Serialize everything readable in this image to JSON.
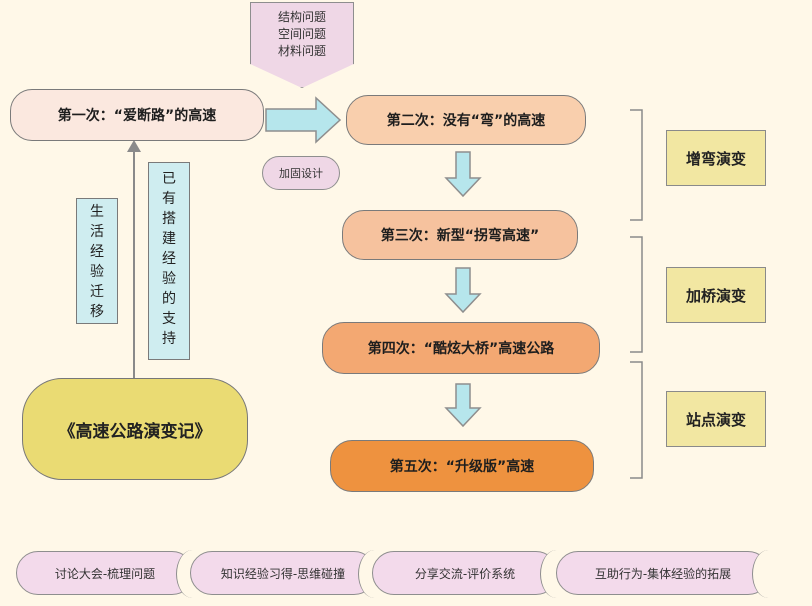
{
  "callout": {
    "lines": [
      "结构问题",
      "空间问题",
      "材料问题"
    ]
  },
  "cloud": {
    "label": "加固设计"
  },
  "stages": {
    "s1": "第一次：“爱断路”的高速",
    "s2": "第二次：没有“弯”的高速",
    "s3": "第三次：新型“拐弯高速”",
    "s4": "第四次：“酷炫大桥”高速公路",
    "s5": "第五次：“升级版”高速"
  },
  "vertical_labels": {
    "left": "生活经验迁移",
    "right": "已有搭建经验的支持"
  },
  "book": {
    "title": "《高速公路演变记》"
  },
  "evolution_tags": [
    "增弯演变",
    "加桥演变",
    "站点演变"
  ],
  "bottom_steps": [
    "讨论大会-梳理问题",
    "知识经验习得-思维碰撞",
    "分享交流-评价系统",
    "互助行为-集体经验的拓展"
  ],
  "colors": {
    "background": "#FFF8E8",
    "arrow_fill": "#B6E6EC",
    "stage1": "#FBE8DF",
    "stage2": "#F9CFAD",
    "stage3": "#F6C29E",
    "stage4": "#F3A872",
    "stage5": "#EE923F",
    "tag_fill": "#F2E7A2",
    "book_fill": "#EADB73",
    "pink": "#EFD7E6"
  }
}
